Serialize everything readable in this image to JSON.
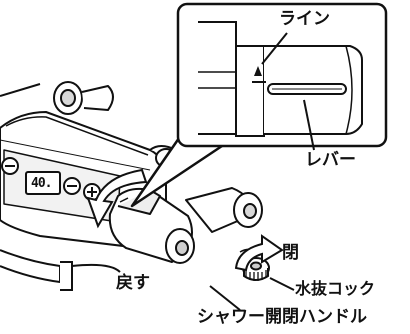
{
  "labels": {
    "line": "ライン",
    "lever": "レバー",
    "close": "閉",
    "return": "戻す",
    "drain_cock": "水抜コック",
    "shower_handle": "シャワー開閉ハンドル"
  },
  "display": {
    "value": "40."
  }
}
